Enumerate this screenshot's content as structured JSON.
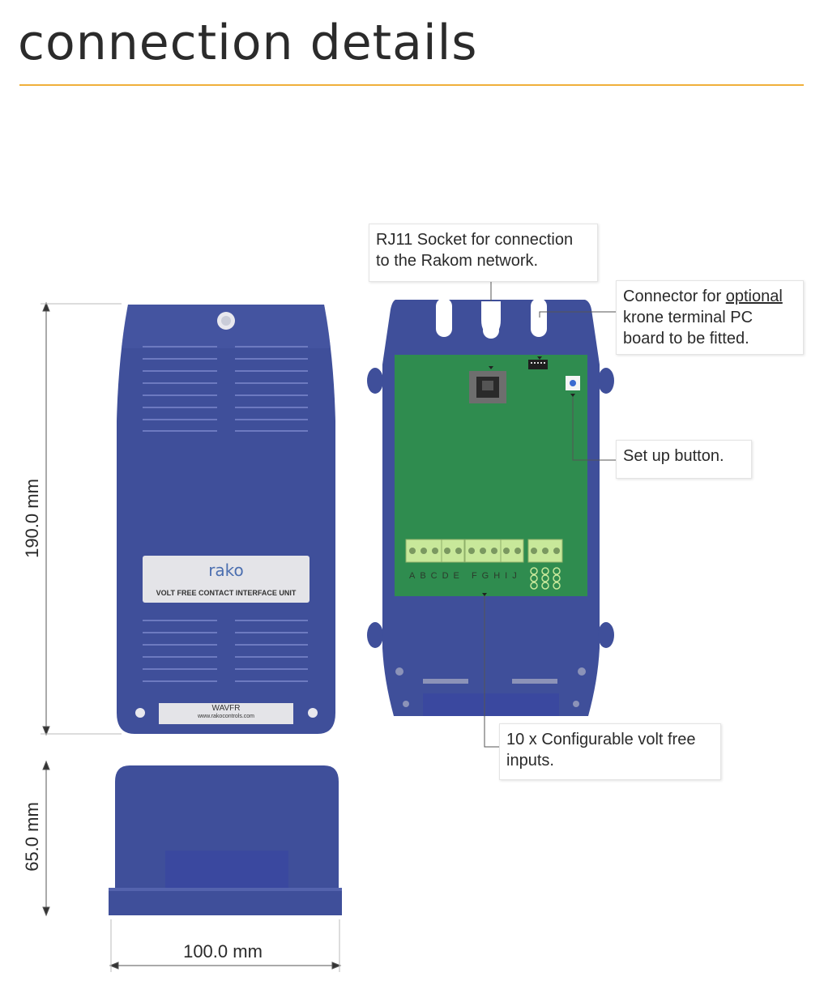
{
  "page": {
    "title": "connection details"
  },
  "device_front": {
    "label_brand": "rako",
    "label_subtitle": "VOLT FREE CONTACT INTERFACE UNIT",
    "label_model": "WAVFR",
    "label_url": "www.rakocontrols.com"
  },
  "dimensions": {
    "height": "190.0 mm",
    "depth": "65.0 mm",
    "width": "100.0 mm"
  },
  "terminals": {
    "letters": "ABCDE FGHIJ"
  },
  "callouts": {
    "rj11": {
      "line1": "RJ11 Socket for connection",
      "line2": "to the Rakom network."
    },
    "krone": {
      "line1_prefix": "Connector for ",
      "line1_underlined": "optional",
      "line2": "krone terminal PC",
      "line3": "board to be fitted."
    },
    "setup": {
      "line1": "Set up button."
    },
    "inputs": {
      "line1": "10 x Configurable volt free",
      "line2": "inputs."
    }
  },
  "colors": {
    "accent_rule": "#f0b03a",
    "enclosure_blue": "#3f4f9a",
    "pcb_green": "#2f8c4f",
    "terminal_green": "#c8e89a"
  }
}
